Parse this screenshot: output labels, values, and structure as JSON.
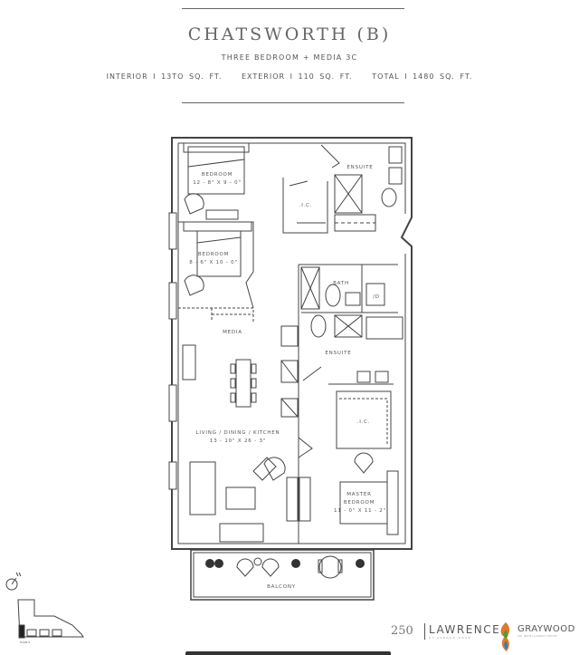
{
  "header": {
    "title": "CHATSWORTH (B)",
    "subtitle": "THREE BEDROOM + MEDIA 3C",
    "interior": "INTERIOR I 13TO SQ. FT.",
    "exterior": "EXTERIOR I 110 SQ. FT.",
    "total": "TOTAL I 1480 SQ. FT."
  },
  "rooms": {
    "bedroom2": {
      "name": "BEDROOM",
      "size": "12 - 8\" X 9 - 0\""
    },
    "ensuite1": "ENSUITE",
    "wic1": ".I.C.",
    "bedroom3": {
      "name": "BEDROOM",
      "size": "8 - 6\" X 10 - 0\""
    },
    "bath": "BATH",
    "laundry": "/D",
    "media": "MEDIA",
    "ensuite2": "ENSUITE",
    "wic2": ".I.C.",
    "living": {
      "name": "LIVING / DINING / KITCHEN",
      "size": "13 - 10\" X 26 - 3\""
    },
    "master": {
      "name1": "MASTER",
      "name2": "BEDROOM",
      "size": "11 - 0\" X 11 - 2\""
    },
    "balcony": "BALCONY"
  },
  "keyplan": {
    "floor_label": "FLOOR 8"
  },
  "branding": {
    "project_number": "250",
    "project_name": "LAWRENCE",
    "project_tagline": "AT AVENUE ROAD",
    "developer": "GRAYWOOD",
    "developer_tagline": "AN INTELLIGENT MOVE",
    "accent_colors": [
      "#e07b2a",
      "#5a9a3c",
      "#3a7cb8"
    ]
  }
}
